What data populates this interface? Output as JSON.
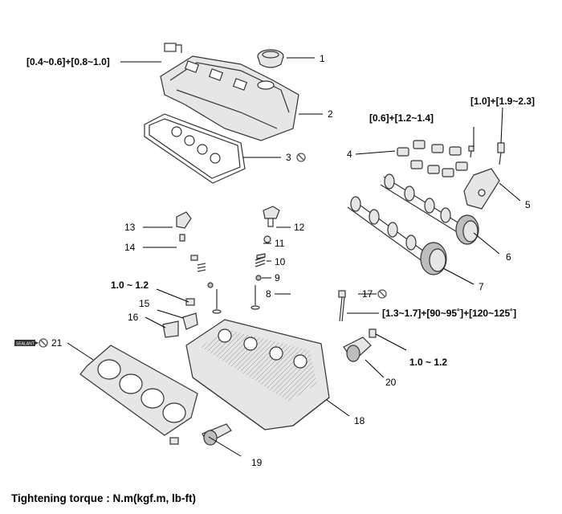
{
  "diagram": {
    "callouts": {
      "c1": "1",
      "c2": "2",
      "c3": "3",
      "c4": "4",
      "c5": "5",
      "c6": "6",
      "c7": "7",
      "c8": "8",
      "c9": "9",
      "c10": "10",
      "c11": "11",
      "c12": "12",
      "c13": "13",
      "c14": "14",
      "c15": "15",
      "c16": "16",
      "c17": "17",
      "c18": "18",
      "c19": "19",
      "c20": "20",
      "c21": "21"
    },
    "torques": {
      "cover_bolt": "[0.4~0.6]+[0.8~1.0]",
      "cam_cap_bolt": "[0.6]+[1.2~1.4]",
      "tensioner_bolt": "[1.0]+[1.9~2.3]",
      "sensor_bolt": "1.0 ~ 1.2",
      "head_bolt": "[1.3~1.7]+[90~95˚]+[120~125˚]",
      "ocv_bolt": "1.0 ~ 1.2"
    },
    "sealant_label": "SEALANT",
    "footer": "Tightening torque : N.m(kgf.m, lb-ft)"
  },
  "colors": {
    "line": "#000000",
    "part_fill": "#e6e6e6",
    "part_stroke": "#333333"
  },
  "icons": [
    "no-reuse-icon",
    "sealant-icon"
  ]
}
